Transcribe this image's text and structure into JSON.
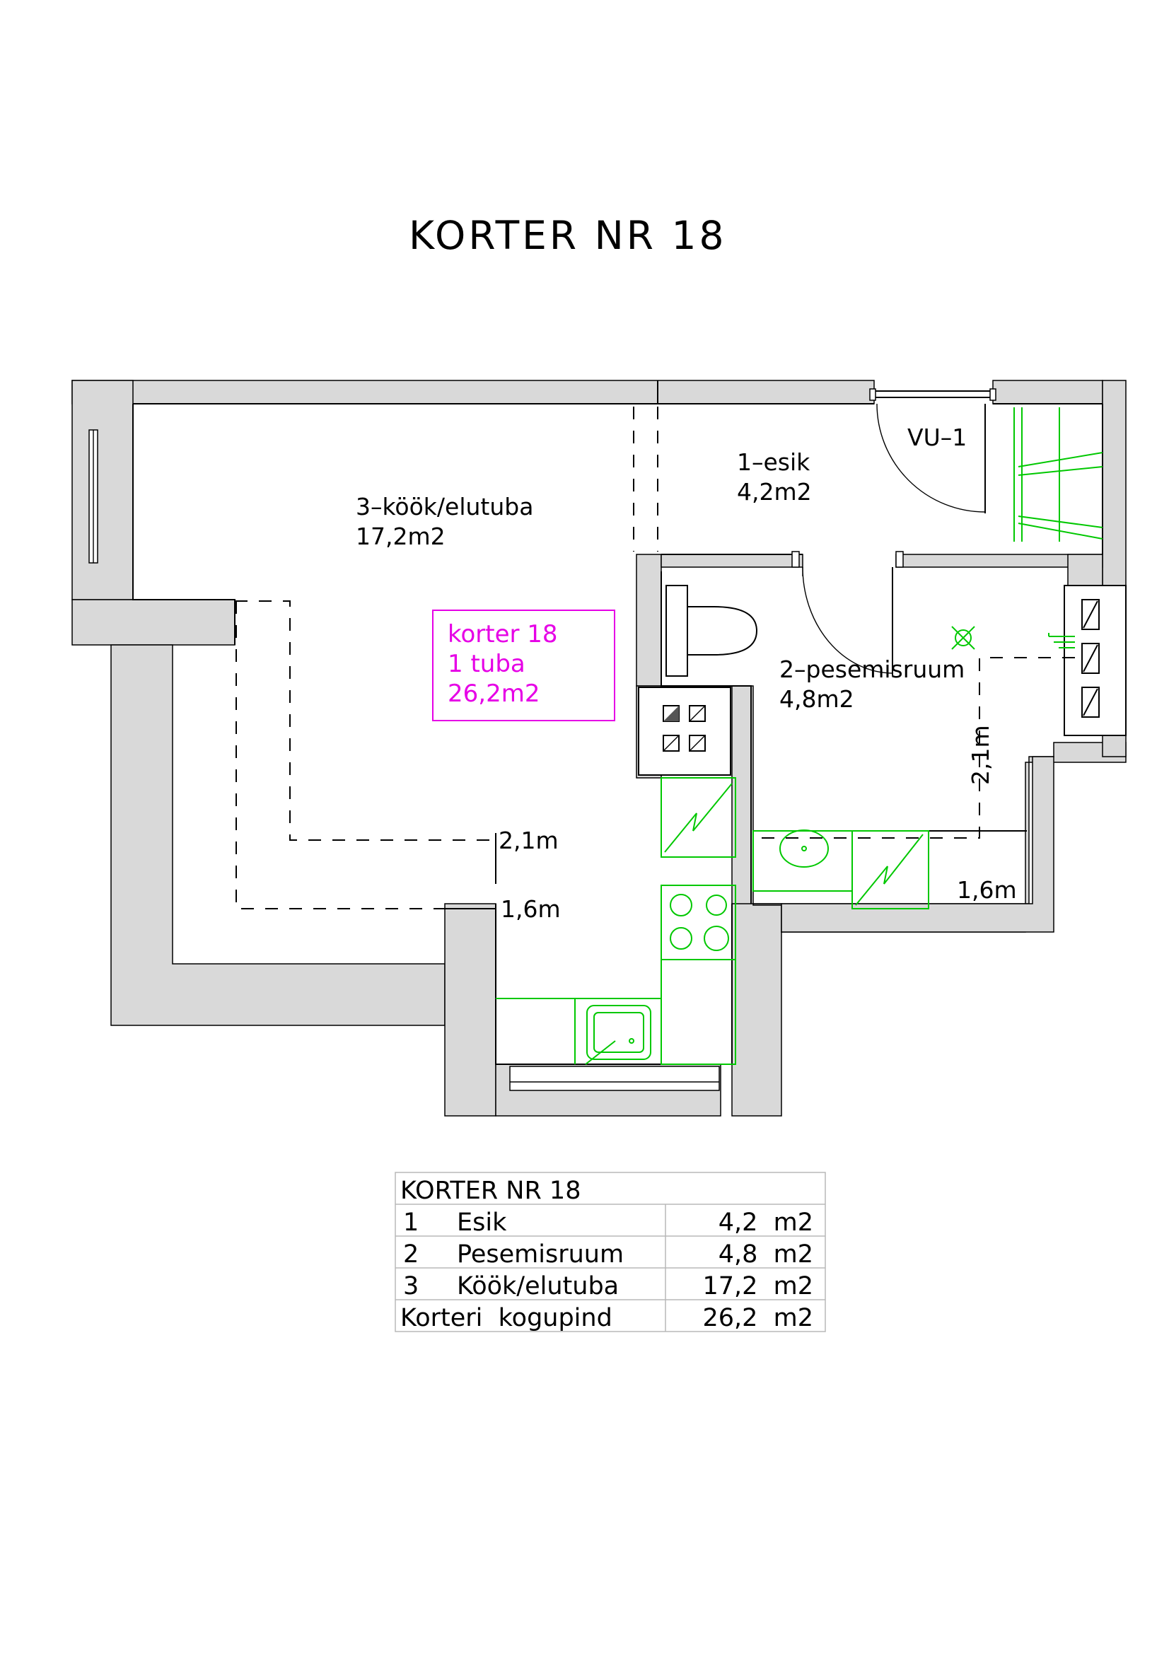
{
  "title": "KORTER NR 18",
  "rooms": {
    "kitchen": {
      "name": "3–köök/elutuba",
      "area": "17,2m2"
    },
    "hall": {
      "name": "1–esik",
      "area": "4,2m2"
    },
    "bath": {
      "name": "2–pesemisruum",
      "area": "4,8m2"
    }
  },
  "wardrobe_label": "VU–1",
  "summary_box": {
    "line1": "korter 18",
    "line2": "1 tuba",
    "line3": "26,2m2"
  },
  "dimensions": {
    "kitchen_height_upper": "2,1m",
    "kitchen_height_lower": "1,6m",
    "bath_height_vertical": "2,1m",
    "bath_height_lower": "1,6m"
  },
  "table": {
    "header": "KORTER NR 18",
    "rows": [
      {
        "num": "1",
        "name": "Esik",
        "area": "4,2  m2"
      },
      {
        "num": "2",
        "name": "Pesemisruum",
        "area": "4,8  m2"
      },
      {
        "num": "3",
        "name": "Köök/elutuba",
        "area": "17,2  m2"
      }
    ],
    "total": {
      "name": "Korteri  kogupind",
      "area": "26,2  m2"
    }
  },
  "colors": {
    "wall_fill": "#d9d9d9",
    "fixtures": "#00c800",
    "summary": "#e600e6"
  }
}
